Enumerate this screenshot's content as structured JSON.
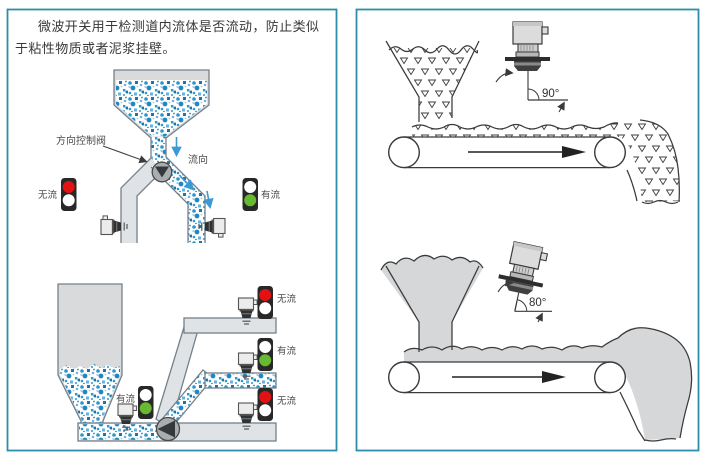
{
  "panel_left": {
    "intro_line1": "微波开关用于检测道内流体是否流动，防止类似",
    "intro_line2": "于粘性物质或者泥浆挂壁。",
    "top_diagram": {
      "valve_label": "方向控制阀",
      "flow_dir_label": "流向",
      "light_left_label": "无流",
      "light_right_label": "有流"
    },
    "bottom_diagram": {
      "light1_label": "无流",
      "light2_label": "有流",
      "light3_label": "无流",
      "light_pump_label": "有流"
    }
  },
  "panel_right": {
    "top_angle": "90°",
    "bottom_angle": "80°"
  },
  "colors": {
    "border": "#2e8dab",
    "red_on": "#e31112",
    "green_on": "#67b92f",
    "lamp_off": "#ffffff",
    "flow_blue": "#2d96cc",
    "arrow_blue": "#3b9ad4",
    "pipe_gray": "#dfe3e5",
    "material_gray": "#d5d7d8",
    "line_dark": "#3a3a3a"
  }
}
